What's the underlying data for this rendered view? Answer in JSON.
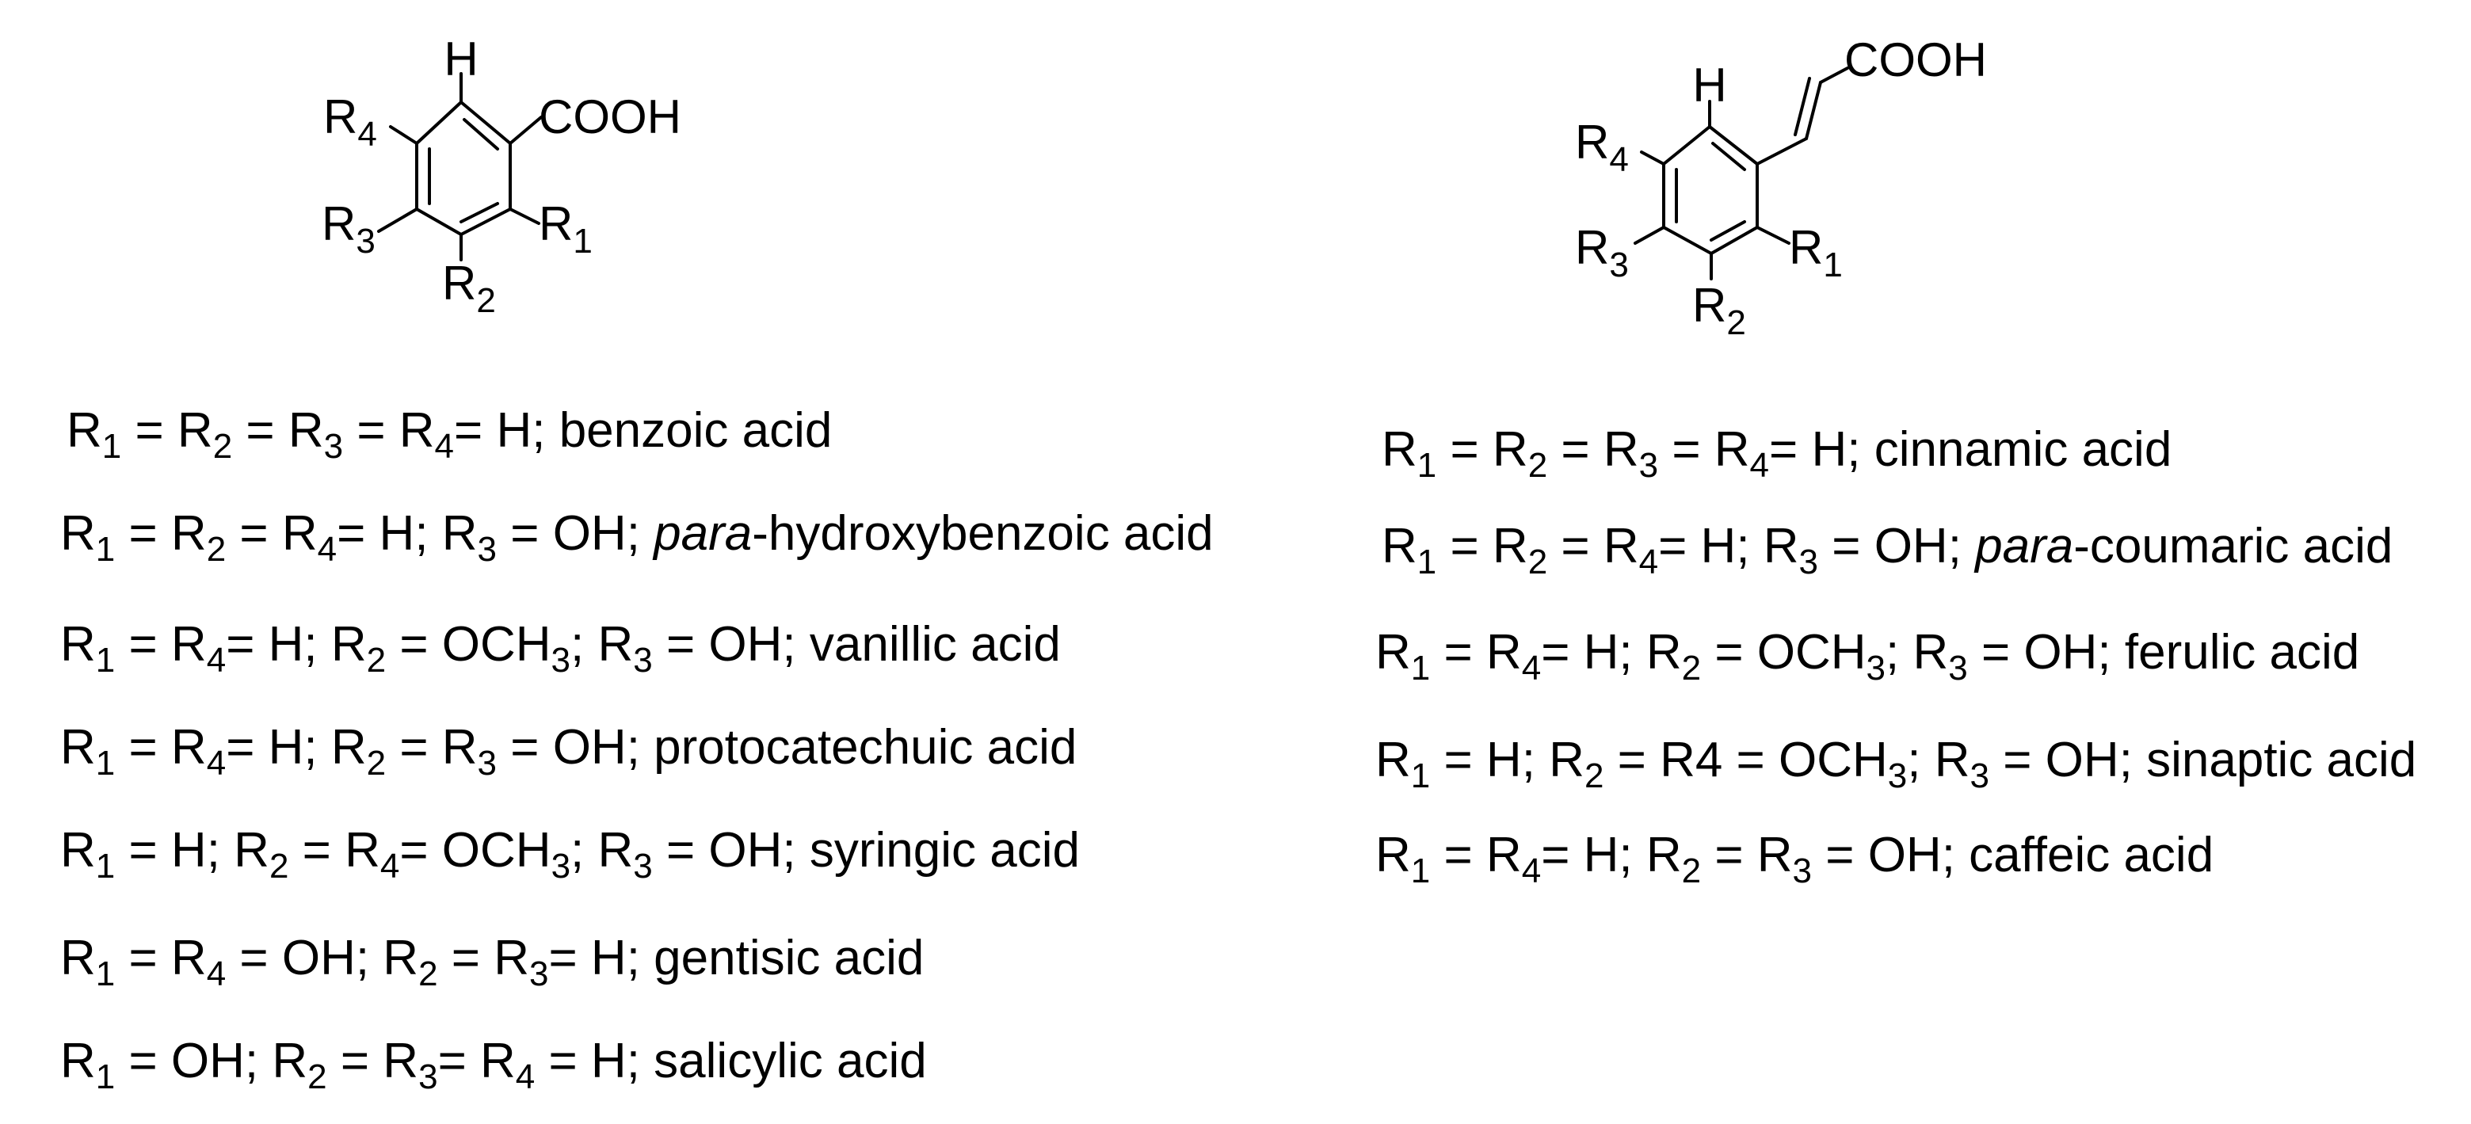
{
  "benzoic_scaffold": {
    "top_substituent": "H",
    "acid_group": "COOH"
  },
  "cinnamic_scaffold": {
    "top_substituent": "H",
    "acid_group": "COOH"
  },
  "substituent_labels": {
    "r_letter": "R",
    "positions": [
      "1",
      "2",
      "3",
      "4"
    ]
  },
  "benzoic_acid_derivatives": [
    {
      "definition": "R₁ = R₂ = R₃ = R₄= H;",
      "name": "benzoic acid"
    },
    {
      "definition": "R₁ = R₂ = R₄= H; R₃ = OH;",
      "name_prefix": "para",
      "name": "-hydroxybenzoic acid"
    },
    {
      "definition": "R₁ = R₄= H; R₂ = OCH₃; R₃ = OH;",
      "name": "vanillic acid"
    },
    {
      "definition": "R₁ = R₄= H; R₂ = R₃ = OH;",
      "name": "protocatechuic acid"
    },
    {
      "definition": "R₁ = H; R₂ = R₄= OCH₃; R₃ = OH;",
      "name": "syringic acid"
    },
    {
      "definition": "R₁ = R₄ = OH; R₂ = R₃= H;",
      "name": "gentisic acid"
    },
    {
      "definition": "R₁ = OH; R₂ = R₃= R₄ = H;",
      "name": "salicylic acid"
    }
  ],
  "cinnamic_acid_derivatives": [
    {
      "definition": "R₁ = R₂ = R₃ = R₄= H;",
      "name": "cinnamic acid"
    },
    {
      "definition": "R₁ = R₂ = R₄= H; R₃ = OH;",
      "name_prefix": "para",
      "name": "-coumaric acid"
    },
    {
      "definition": "R₁ = R₄= H; R₂ = OCH₃; R₃ = OH;",
      "name": "ferulic acid"
    },
    {
      "definition": "R₁ = H; R₂ = R4 = OCH₃; R₃ = OH;",
      "name": "sinaptic acid"
    },
    {
      "definition": "R₁ = R₄= H; R₂ = R₃ = OH;",
      "name": "caffeic acid"
    }
  ]
}
